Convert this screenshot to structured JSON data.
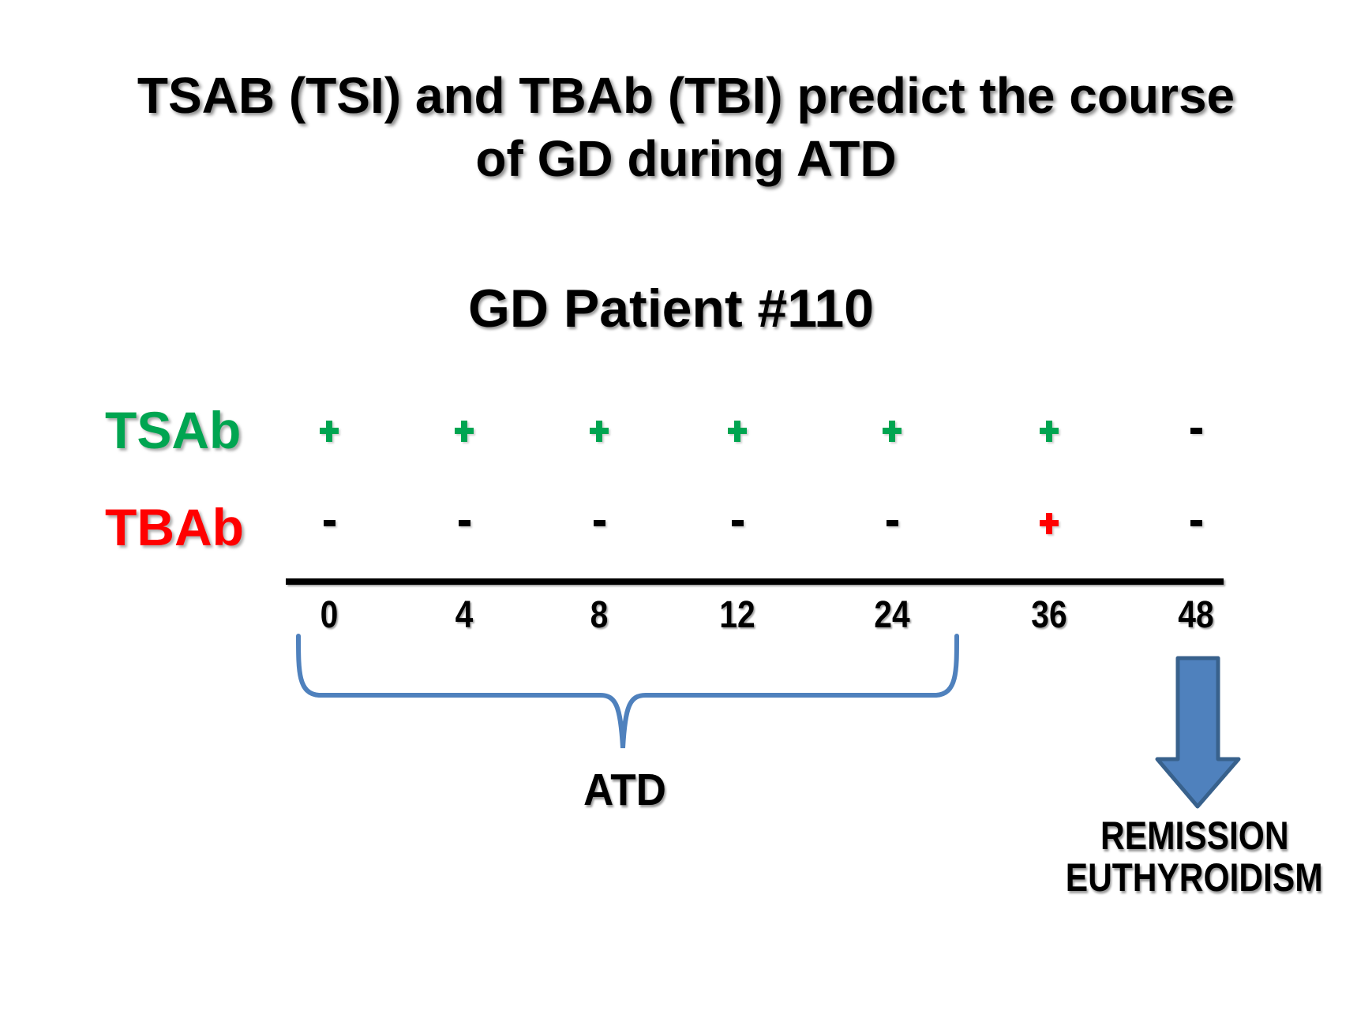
{
  "title": {
    "line1": "TSAB (TSI) and TBAb (TBI) predict the course",
    "line2": "of GD during ATD"
  },
  "subtitle": "GD Patient #110",
  "antibody_rows": [
    {
      "label": "TSAb",
      "color_key": "green",
      "cells": [
        {
          "symbol": "+",
          "color_key": "green"
        },
        {
          "symbol": "+",
          "color_key": "green"
        },
        {
          "symbol": "+",
          "color_key": "green"
        },
        {
          "symbol": "+",
          "color_key": "green"
        },
        {
          "symbol": "+",
          "color_key": "green"
        },
        {
          "symbol": "+",
          "color_key": "green"
        },
        {
          "symbol": "-",
          "color_key": "black"
        }
      ]
    },
    {
      "label": "TBAb",
      "color_key": "red",
      "cells": [
        {
          "symbol": "-",
          "color_key": "black"
        },
        {
          "symbol": "-",
          "color_key": "black"
        },
        {
          "symbol": "-",
          "color_key": "black"
        },
        {
          "symbol": "-",
          "color_key": "black"
        },
        {
          "symbol": "-",
          "color_key": "black"
        },
        {
          "symbol": "+",
          "color_key": "red"
        },
        {
          "symbol": "-",
          "color_key": "black"
        }
      ]
    }
  ],
  "timeline_ticks": [
    "0",
    "4",
    "8",
    "12",
    "24",
    "36",
    "48"
  ],
  "brace_label": "ATD",
  "outcome": {
    "line1": "REMISSION",
    "line2": "EUTHYROIDISM"
  },
  "colors": {
    "green": "#00A551",
    "red": "#FF0000",
    "black": "#000000",
    "blue": "#4F81BD",
    "blue_dark": "#38618C"
  }
}
